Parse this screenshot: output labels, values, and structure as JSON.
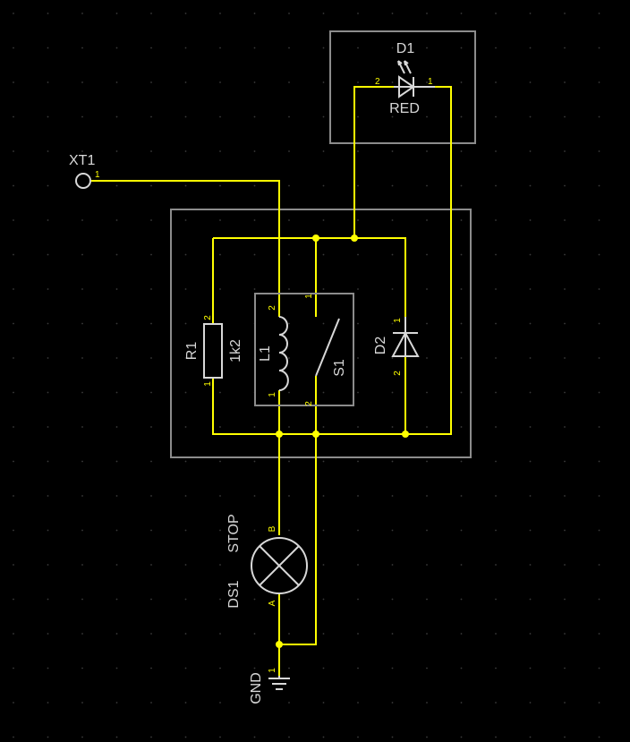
{
  "schematic": {
    "components": {
      "d1": {
        "ref": "D1",
        "value": "RED",
        "pin_left": "2",
        "pin_right": "1"
      },
      "xt1": {
        "ref": "XT1",
        "pin": "1"
      },
      "r1": {
        "ref": "R1",
        "value": "1k2",
        "pin_top": "2",
        "pin_bottom": "1"
      },
      "l1": {
        "ref": "L1",
        "pin_top": "2",
        "pin_bottom": "1"
      },
      "s1": {
        "ref": "S1",
        "pin_top": "1",
        "pin_bottom": "2"
      },
      "d2": {
        "ref": "D2",
        "pin_top": "1",
        "pin_bottom": "2"
      },
      "ds1": {
        "ref": "DS1",
        "value": "STOP",
        "pin_top": "B",
        "pin_bottom": "A"
      },
      "gnd": {
        "ref": "GND",
        "pin": "1"
      }
    },
    "colors": {
      "background": "#000000",
      "wire": "#ffff00",
      "component_outline": "#d8d8d8",
      "group_box": "#8c8c8c"
    }
  }
}
